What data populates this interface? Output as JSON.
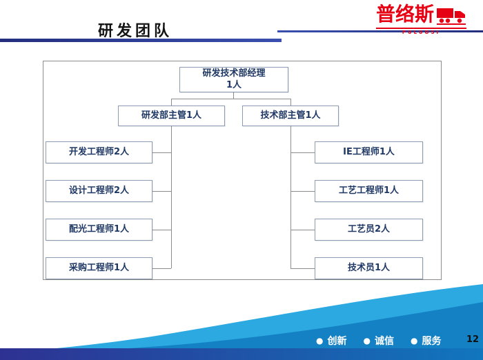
{
  "slide": {
    "title": "研发团队",
    "page_number": "12"
  },
  "logo": {
    "brand": "普络斯",
    "subtext": "PULUOSI"
  },
  "org_chart": {
    "root": {
      "line1": "研发技术部经理",
      "line2": "1人"
    },
    "level2": [
      {
        "label": "研发部主管1人"
      },
      {
        "label": "技术部主管1人"
      }
    ],
    "left_column": [
      {
        "label": "开发工程师2人"
      },
      {
        "label": "设计工程师2人"
      },
      {
        "label": "配光工程师1人"
      },
      {
        "label": "采购工程师1人"
      }
    ],
    "right_column": [
      {
        "label": "IE工程师1人"
      },
      {
        "label": "工艺工程师1人"
      },
      {
        "label": "工艺员2人"
      },
      {
        "label": "技术员1人"
      }
    ]
  },
  "footer": {
    "items": [
      {
        "bullet": "●",
        "label": "创新"
      },
      {
        "bullet": "●",
        "label": "诚信"
      },
      {
        "bullet": "●",
        "label": "服务"
      }
    ]
  },
  "colors": {
    "header_blue": "#2e3192",
    "brand_red": "#e60013",
    "box_text_navy": "#1f3864",
    "wave_light_blue": "#2ba9e0",
    "wave_mid_blue": "#1581c5",
    "bar_gradient_start": "#2e3192",
    "bar_gradient_end": "#1076bd"
  }
}
